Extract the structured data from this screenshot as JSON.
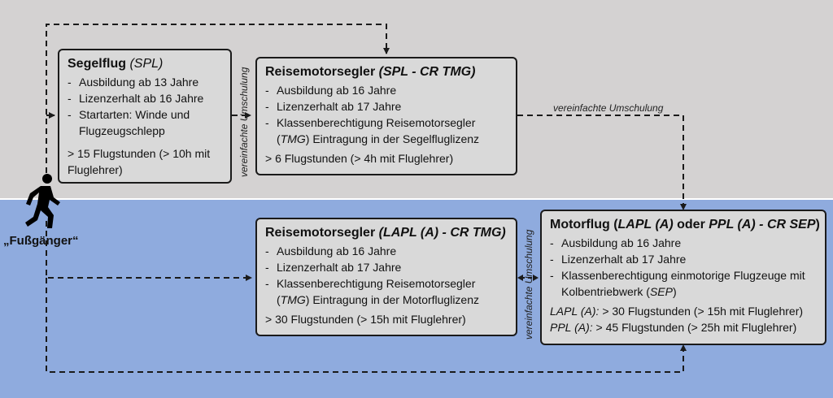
{
  "pedestrian_label": "„Fußgänger“",
  "conversion_label": "vereinfachte Umschulung",
  "boxes": {
    "spl": {
      "title": "Segelflug",
      "title_suffix": "(SPL)",
      "items": [
        "Ausbildung ab 13 Jahre",
        "Lizenzerhalt ab 16 Jahre",
        "Startarten: Winde und Flugzeugschlepp"
      ],
      "hours": "> 15 Flugstunden (> 10h mit Fluglehrer)"
    },
    "spl_tmg": {
      "title": "Reisemotorsegler",
      "title_suffix": "(SPL - CR TMG)",
      "items": [
        "Ausbildung ab 16 Jahre",
        "Lizenzerhalt ab 17 Jahre"
      ],
      "item3_pre": "Klassenberechtigung Reisemotorsegler (",
      "item3_em": "TMG",
      "item3_post": ") Eintragung in der Segelfluglizenz",
      "hours": "> 6 Flugstunden (> 4h mit Fluglehrer)"
    },
    "lapl_tmg": {
      "title": "Reisemotorsegler",
      "title_suffix": "(LAPL (A) - CR TMG)",
      "items": [
        "Ausbildung ab 16 Jahre",
        "Lizenzerhalt ab 17 Jahre"
      ],
      "item3_pre": "Klassenberechtigung Reisemotorsegler (",
      "item3_em": "TMG",
      "item3_post": ") Eintragung in der Motorfluglizenz",
      "hours": "> 30 Flugstunden (> 15h mit Fluglehrer)"
    },
    "motorflug": {
      "title": "Motorflug (",
      "title_em": "LAPL (A)",
      "title_mid": " oder ",
      "title_em2": "PPL (A) - CR SEP",
      "title_end": ")",
      "items": [
        "Ausbildung ab 16 Jahre",
        "Lizenzerhalt ab 17 Jahre"
      ],
      "item3_pre": "Klassenberechtigung einmotorige Flugzeuge mit Kolbentriebwerk (",
      "item3_em": "SEP",
      "item3_post": ")",
      "hours_lapl_key": "LAPL (A):",
      "hours_lapl": " > 30 Flugstunden (> 15h mit Fluglehrer)",
      "hours_ppl_key": "PPL (A):",
      "hours_ppl": " > 45 Flugstunden (> 25h mit Fluglehrer)"
    }
  },
  "colors": {
    "top_band": "#d4d2d2",
    "bottom_band": "#8fabde",
    "box_fill": "#d9d9d9",
    "line": "#1a1a1a"
  }
}
